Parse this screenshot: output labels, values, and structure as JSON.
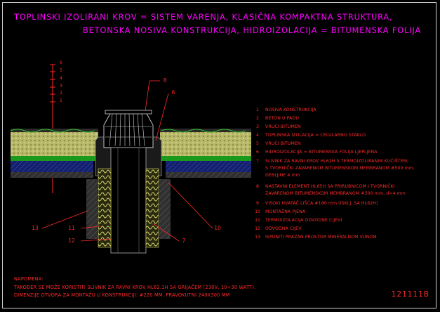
{
  "title": {
    "line1": "TOPLINSKI IZOLIRANI KROV  =  SISTEM VARENJA, KLASIČNA KOMPAKTNA STRUKTURA,",
    "line2": "BETONSKA NOSIVA KONSTRUKCIJA, HIDROIZOLACIJA  =  BITUMENSKA FOLIJA"
  },
  "layer_marks": [
    "6",
    "5",
    "4",
    "3",
    "2",
    "1"
  ],
  "callouts": {
    "c6": "6",
    "c8": "8",
    "c7": "7",
    "c10": "10",
    "c11": "11",
    "c12": "12",
    "c13": "13"
  },
  "legend": [
    {
      "num": "1",
      "text": "NOSIVA KONSTRUKCIJA"
    },
    {
      "num": "2",
      "text": "BETON U PADU"
    },
    {
      "num": "3",
      "text": "VRUĆI BITUMEN"
    },
    {
      "num": "4",
      "text": "TOPLINSKA IZOLACIJA = CELULARNO STAKLO"
    },
    {
      "num": "5",
      "text": "VRUĆI BITUMEN"
    },
    {
      "num": "6",
      "text": "HIDROIZOLACIJA  =  BITUMENSKA FOLIJA LJEPLJENA"
    },
    {
      "num": "7",
      "text": "SLIVNIK ZA RAVNI KROV HL62H S TERMOIZOLIRANIM KUĆIŠTEM,",
      "text2": "S TVORNIČKI ZAVARENOM BITUMENSKOM MEMBRANOM #500 mm,",
      "text3": "DEBLJINE 4 mm"
    },
    {
      "num": "8",
      "text": "NASTAVNI ELEMENT HL65H SA PRIRUBNICOM I TVORNIČKI",
      "text2": "ZAVARENOM BITUMENSKOM MEMBRANOM #500 mm, d=4 mm"
    },
    {
      "num": "9",
      "text": "VISOKI HVATAČ LIŠĆA #180 mm (ISKLJ. SA HL62H)"
    },
    {
      "num": "10",
      "text": "MONTAŽNA PJENA"
    },
    {
      "num": "11",
      "text": "TERMOIZOLACIJA ODVODNE CIJEVI"
    },
    {
      "num": "12",
      "text": "ODVODNA CIJEV"
    },
    {
      "num": "13",
      "text": "ISPUNITI PRAZAN PROSTOR MINERALNOM VUNOM"
    }
  ],
  "notes": {
    "heading": "NAPOMENA:",
    "line1": "TAKOĐER SE MOŽE KORISTITI SLIVNIK ZA RAVNI KROV HL62.1H SA GRIJAČEM (230V, 10÷30 WATT).",
    "line2": "DIMENZIJE OTVORA ZA MONTAŽU U KONSTRUKCIJI: #220 MM, PRAVOKUTNI 240X300 MM"
  },
  "drawing_id": "121111B",
  "colors": {
    "background": "#000000",
    "title": "#ff00ff",
    "annotation": "#ff2a2a",
    "insulation": "#c9c97a",
    "waterproofing": "#1a9a1a",
    "bitumen": "#1b2a8a",
    "concrete": "#4a4a4a"
  }
}
